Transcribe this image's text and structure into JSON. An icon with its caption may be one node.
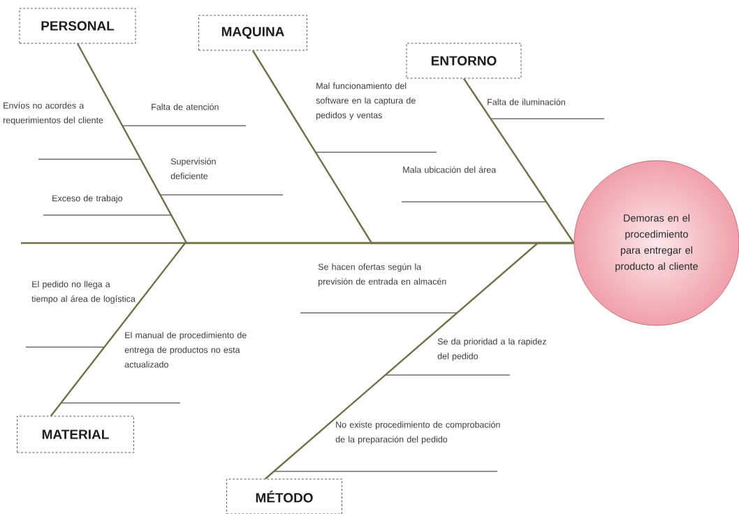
{
  "diagram": {
    "nodes": [
      {
        "text": [
          "PERSONAL"
        ]
      },
      {
        "text": [
          "MAQUINA"
        ]
      },
      {
        "text": [
          "ENTORNO"
        ]
      },
      {
        "text": [
          "Demoras en el procedimiento para entregar el producto al cliente"
        ]
      },
      {
        "text": [
          "MATERIAL"
        ]
      },
      {
        "text": [
          "MÉTODO"
        ]
      }
    ],
    "edges": [
      {
        "from": 0,
        "to": 3,
        "arrow": "none"
      },
      {
        "from": 1,
        "to": 3,
        "arrow": "none"
      },
      {
        "from": 2,
        "to": 3,
        "arrow": "none"
      },
      {
        "from": 4,
        "to": 3,
        "arrow": "none"
      },
      {
        "from": 5,
        "to": 3,
        "arrow": "none"
      }
    ],
    "labels": [
      "Envíos no acordes a requerimientos del cliente",
      "Falta de atención",
      "Supervisión deficiente",
      "Exceso de trabajo",
      "Mal funcionamiento del software en la captura de pedidos y ventas",
      "Mala ubicación del área",
      "Falta de iluminación",
      "El pedido no llega a tiempo al área de logística",
      "El manual de procedimiento de entrega de productos no esta actualizado",
      "Se hacen ofertas según la previsión de entrada en almacén",
      "Se da prioridad a la rapidez del pedido",
      "No existe procedimiento de comprobación de la preparación del pedido"
    ]
  }
}
